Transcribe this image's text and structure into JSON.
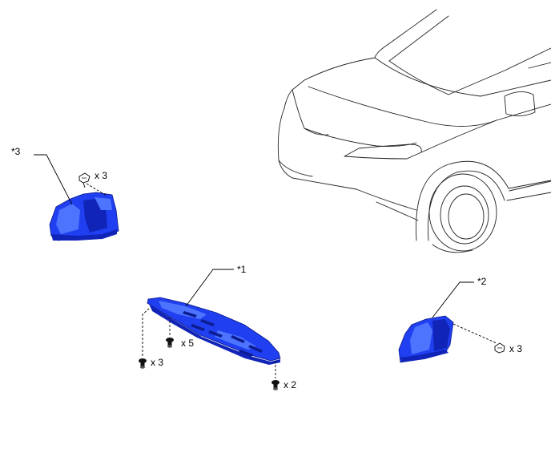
{
  "callouts": {
    "part1": "*1",
    "part2": "*2",
    "part3": "*3"
  },
  "quantities": {
    "part3_clips": "x 3",
    "part1_clips": "x 5",
    "part1_left_bolts": "x 3",
    "part1_right_bolts": "x 2",
    "part2_clips": "x 3"
  },
  "colors": {
    "part": "#1f3ff0",
    "line": "#000000"
  }
}
